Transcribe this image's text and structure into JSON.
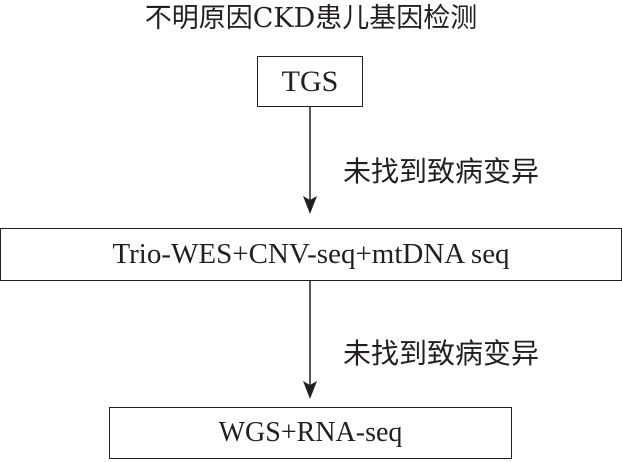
{
  "title": "不明原因CKD患儿基因检测",
  "nodes": [
    {
      "id": "tgs",
      "label": "TGS"
    },
    {
      "id": "wes",
      "label": "Trio-WES+CNV-seq+mtDNA seq"
    },
    {
      "id": "wgs",
      "label": "WGS+RNA-seq"
    }
  ],
  "edges": [
    {
      "from": "tgs",
      "to": "wes",
      "label": "未找到致病变异"
    },
    {
      "from": "wes",
      "to": "wgs",
      "label": "未找到致病变异"
    }
  ],
  "colors": {
    "stroke": "#231f20",
    "text": "#231f20",
    "background": "#ffffff"
  }
}
